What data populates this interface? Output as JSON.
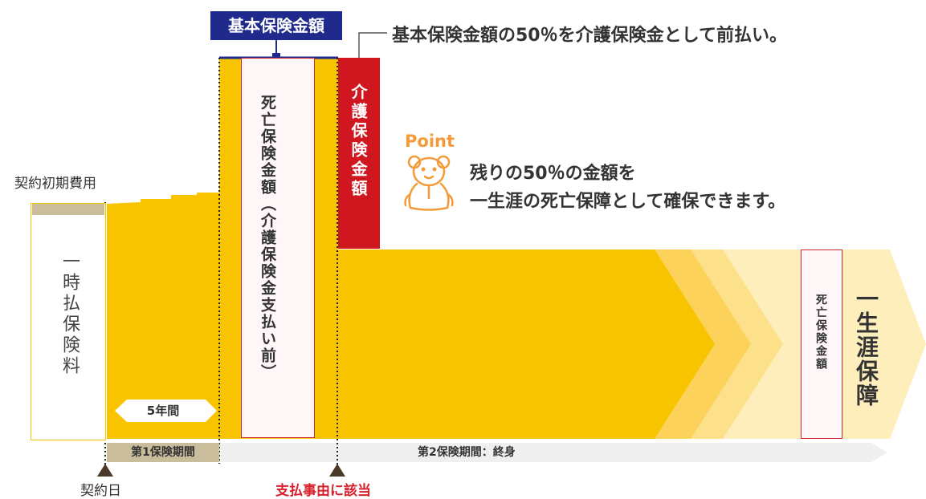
{
  "header": {
    "basic_amount_label": "基本保険金額",
    "headline": "基本保険金額の50％を介護保険金として前払い。"
  },
  "left": {
    "fee_label": "契約初期費用",
    "lump_label": "一時払保険料"
  },
  "periods": {
    "five_years": "5年間",
    "first": "第1保険期間",
    "second": "第2保険期間：終身"
  },
  "columns": {
    "death_before": "死亡保険金額（介護保険金支払い前）",
    "care": "介護保険金額"
  },
  "point": {
    "tag": "Point",
    "line1": "残りの50％の金額を",
    "line2": "一生涯の死亡保障として確保できます。"
  },
  "right": {
    "death_amount": "死亡保険金額",
    "lifelong": "一生涯保障"
  },
  "footer": {
    "contract_day": "契約日",
    "event": "支払事由に該当"
  },
  "colors": {
    "yellow": "#f8c400",
    "navy": "#1f2a8c",
    "red": "#d0161f",
    "orange": "#f29b38",
    "beige": "#c9bd9c"
  }
}
